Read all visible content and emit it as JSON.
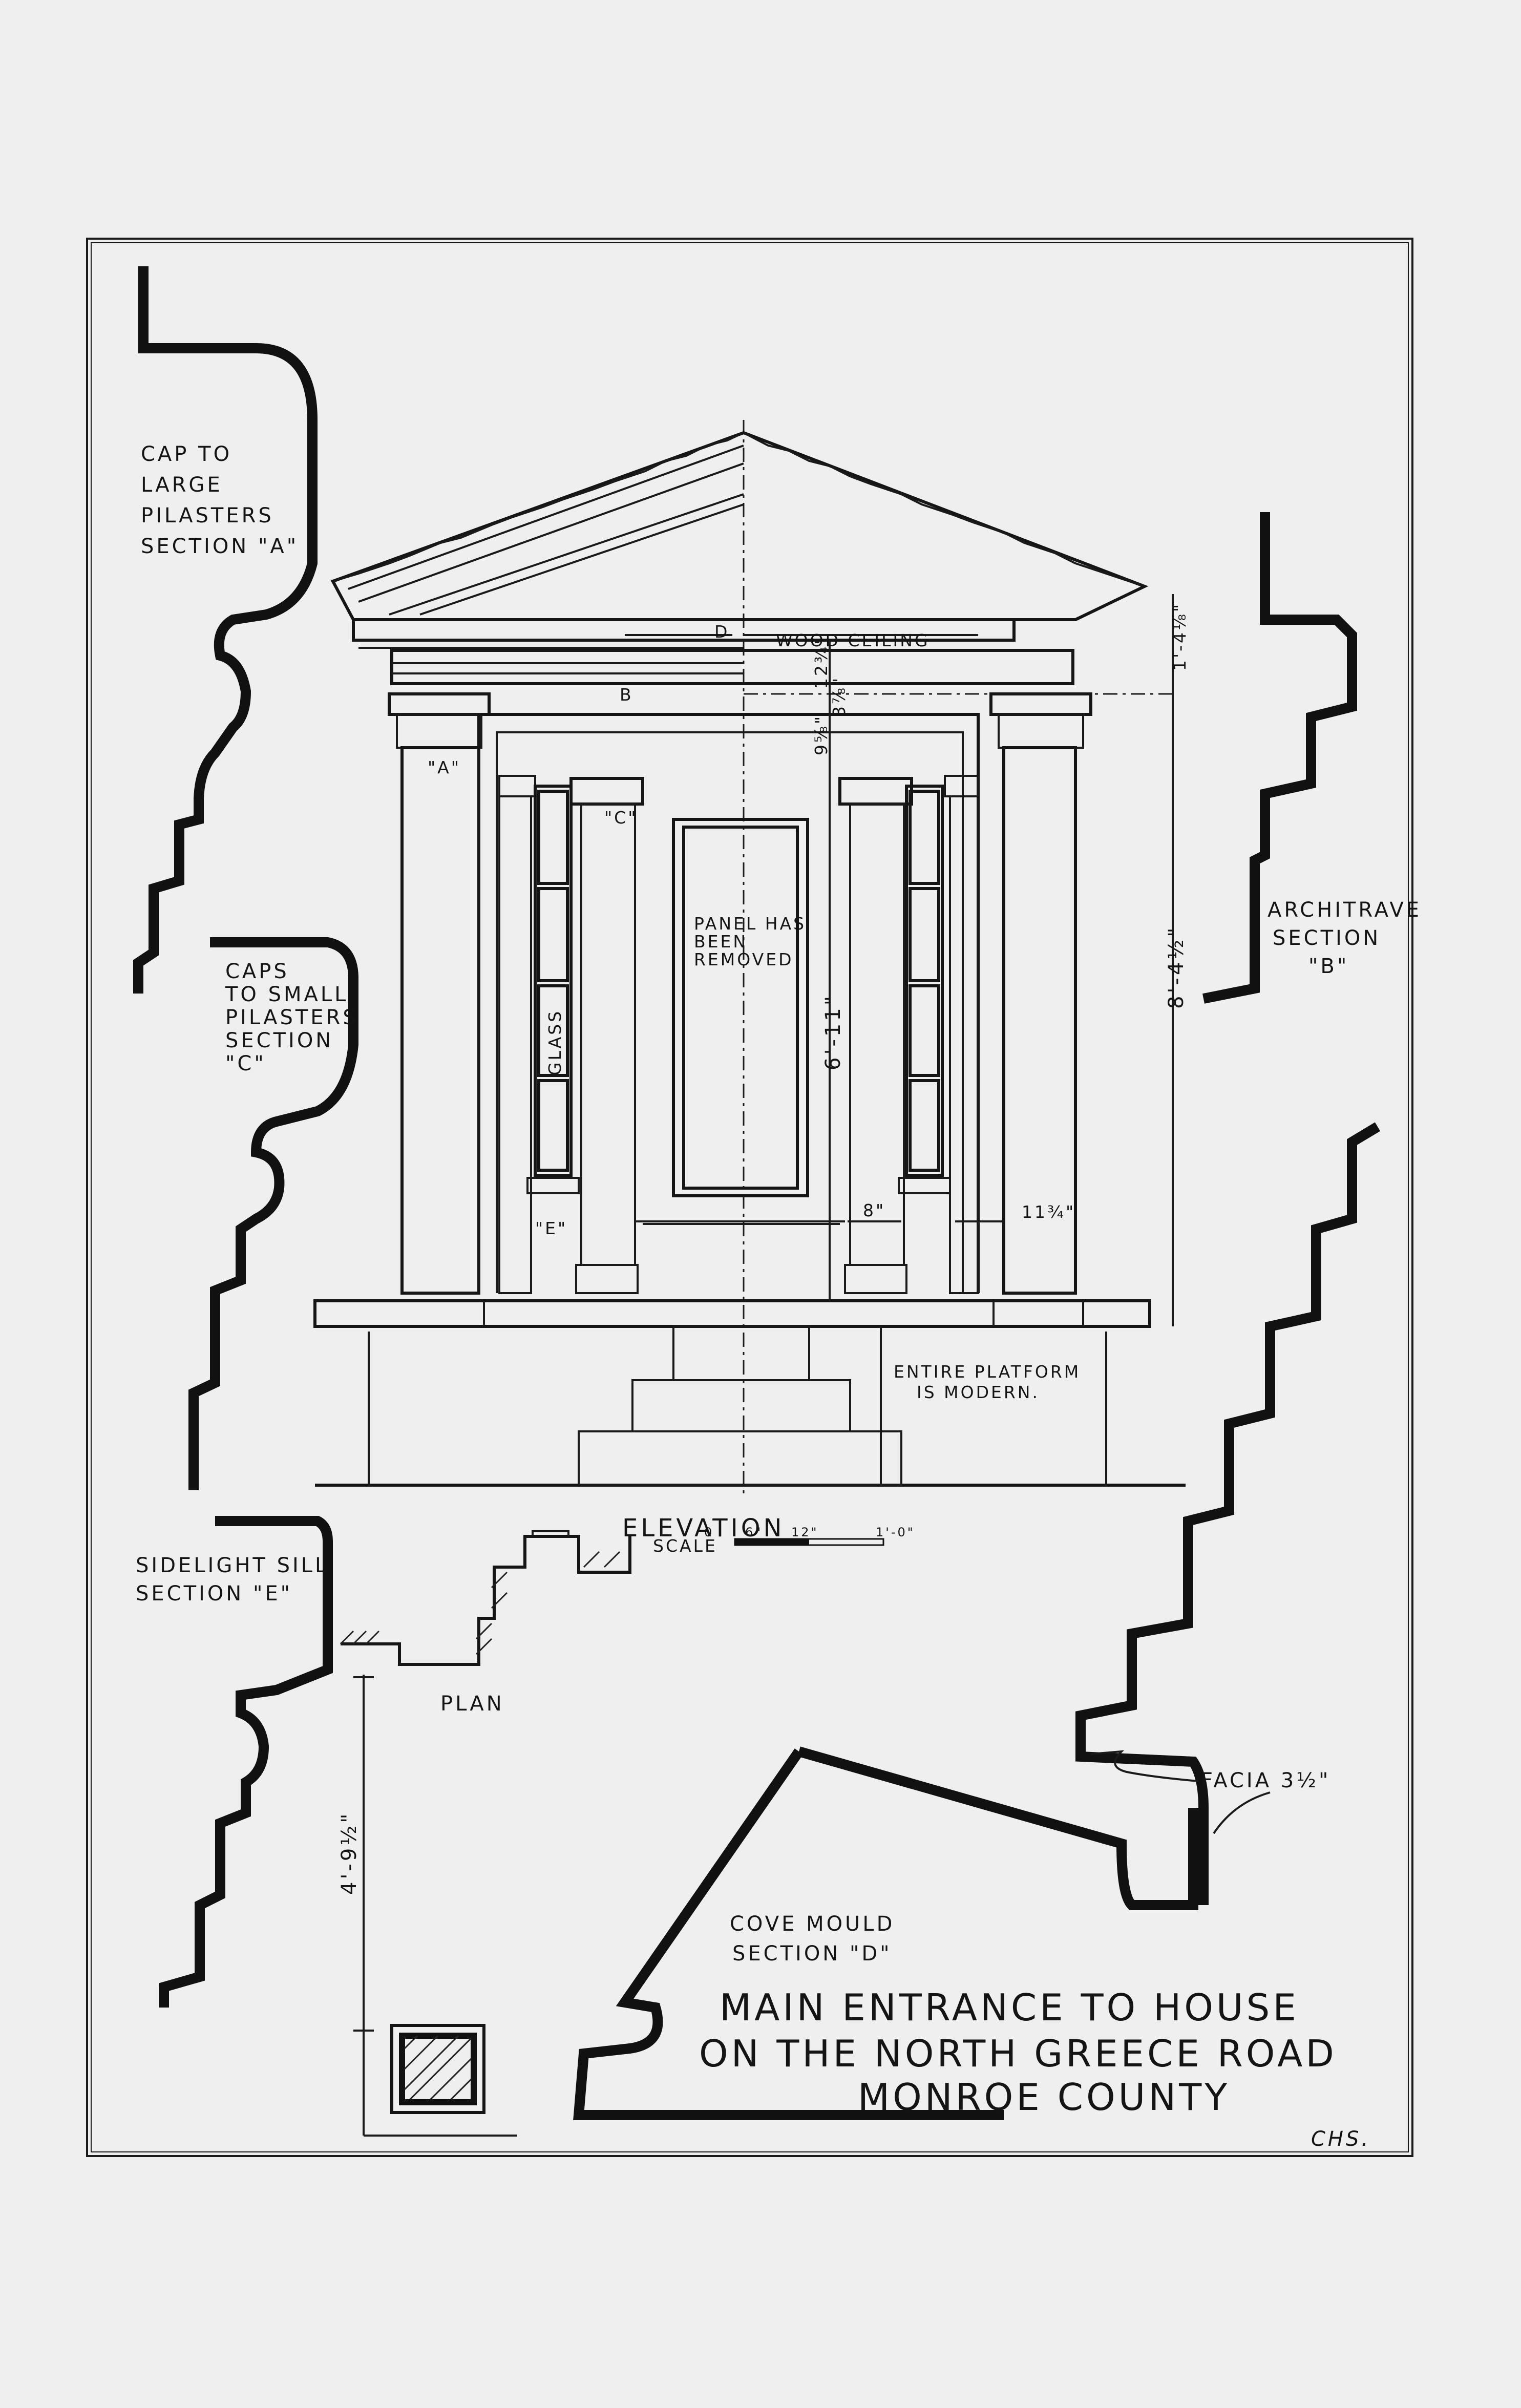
{
  "labels": {
    "section_a": [
      "CAP TO",
      "LARGE",
      "PILASTERS",
      "SECTION \"A\""
    ],
    "section_c": [
      "CAPS",
      "TO SMALL",
      "PILASTERS",
      "SECTION",
      "\"C\""
    ],
    "section_e": [
      "SIDELIGHT SILL",
      "SECTION \"E\""
    ],
    "section_b": [
      "ARCHITRAVE",
      "SECTION",
      "\"B\""
    ],
    "section_d": [
      "COVE MOULD",
      "SECTION \"D\""
    ],
    "facia": "FACIA 3½\"",
    "wood_ceiling": "WOOD  CEILING",
    "panel": [
      "PANEL HAS",
      "BEEN",
      "REMOVED"
    ],
    "glass": "GLASS",
    "platform": [
      "ENTIRE PLATFORM",
      "IS MODERN."
    ],
    "elevation": "ELEVATION",
    "scale": "SCALE",
    "scale_marks": [
      "0",
      "6\"",
      "12\"",
      "1'-0\""
    ],
    "plan": "PLAN",
    "marker_a": "\"A\"",
    "marker_b": "B",
    "marker_c": "\"C\"",
    "marker_d": "D",
    "marker_e": "\"E\"",
    "signature": "CHS."
  },
  "dimensions": {
    "height_total": "8'-4½\"",
    "pediment": "1'-4⅛\"",
    "ceiling": "12¾\"",
    "small_a": "3⅞\"",
    "small_b": "9⅝\"",
    "door": "6'-11\"",
    "pilaster_width": "8\"",
    "side_width": "11¾\"",
    "plan_depth": "4'-9½\""
  },
  "title": [
    "MAIN ENTRANCE TO HOUSE",
    "ON THE NORTH GREECE ROAD",
    "MONROE COUNTY"
  ]
}
